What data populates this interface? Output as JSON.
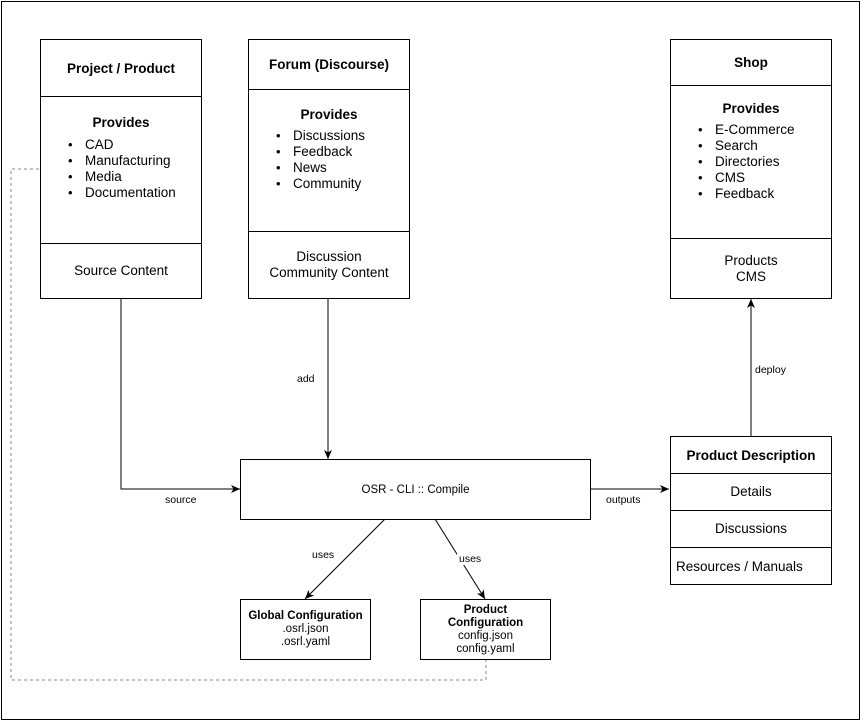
{
  "project": {
    "title": "Project / Product",
    "provides": "Provides",
    "items": [
      "CAD",
      "Manufacturing",
      "Media",
      "Documentation"
    ],
    "output": "Source Content"
  },
  "forum": {
    "title": "Forum (Discourse)",
    "provides": "Provides",
    "items": [
      "Discussions",
      "Feedback",
      "News",
      "Community"
    ],
    "output_line1": "Discussion",
    "output_line2": "Community Content"
  },
  "shop": {
    "title": "Shop",
    "provides": "Provides",
    "items": [
      "E-Commerce",
      "Search",
      "Directories",
      "CMS",
      "Feedback"
    ],
    "output_line1": "Products",
    "output_line2": "CMS"
  },
  "compile": {
    "label": "OSR - CLI :: Compile"
  },
  "product_description": {
    "title": "Product Description",
    "rows": [
      "Details",
      "Discussions",
      "Resources / Manuals"
    ]
  },
  "global_config": {
    "title": "Global Configuration",
    "files": [
      ".osrl.json",
      ".osrl.yaml"
    ]
  },
  "product_config": {
    "title_line1": "Product",
    "title_line2": "Configuration",
    "files": [
      "config.json",
      "config.yaml"
    ]
  },
  "edges": {
    "add": "add",
    "source": "source",
    "outputs": "outputs",
    "deploy": "deploy",
    "uses_global": "uses",
    "uses_product": "uses"
  }
}
